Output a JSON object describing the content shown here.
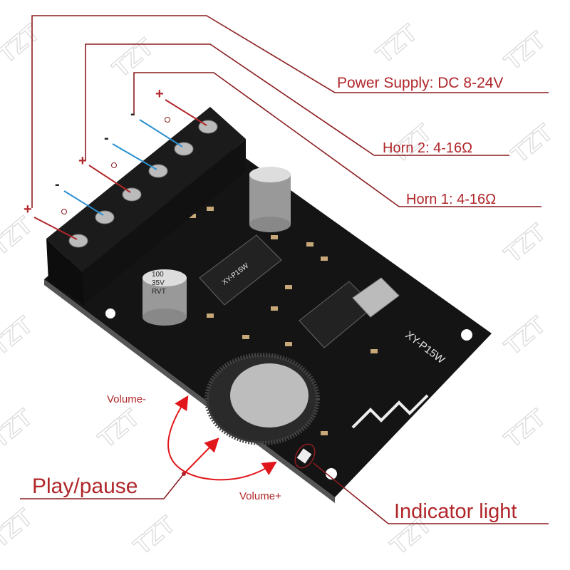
{
  "watermark": "TZT",
  "callouts": {
    "power_supply": "Power Supply: DC 8-24V",
    "horn_2": "Horn 2: 4-16Ω",
    "horn_1": "Horn 1: 4-16Ω",
    "volume_minus": "Volume-",
    "volume_plus": "Volume+",
    "play_pause": "Play/pause",
    "indicator_light": "Indicator light"
  },
  "polarity": [
    "+",
    "-",
    "+",
    "-",
    "-",
    "+"
  ],
  "board": {
    "model": "XY-P15W",
    "chip_label": "XY-P15W",
    "capacitor": [
      "100",
      "35V",
      "RVT"
    ]
  },
  "colors": {
    "callout": "#b0262a",
    "arrow": "#e0161b",
    "board": "#141414",
    "lead": "#2a8fd0"
  }
}
